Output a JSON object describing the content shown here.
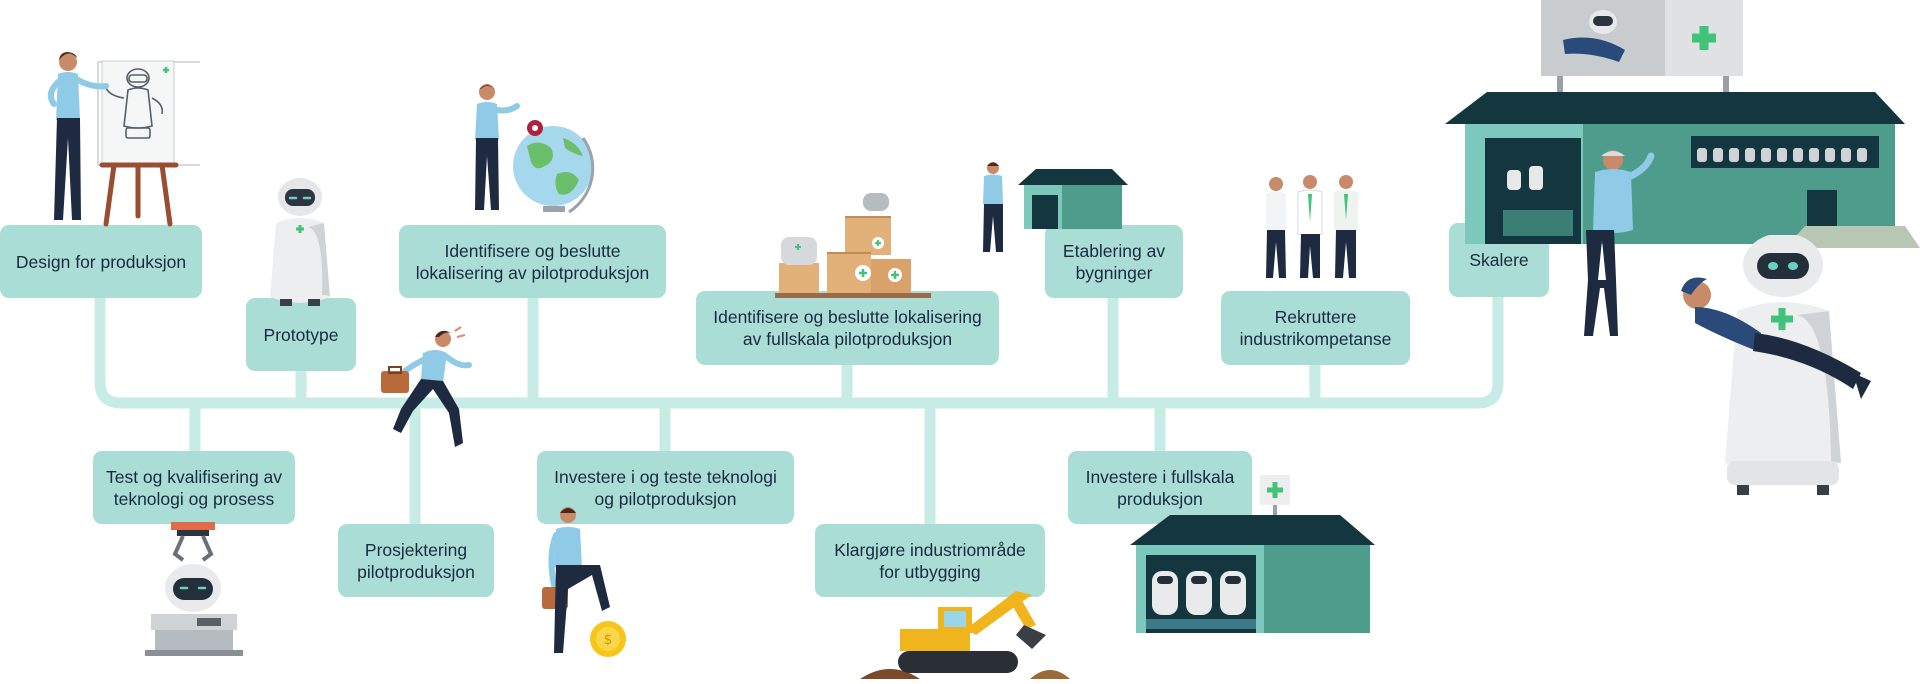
{
  "steps_top": [
    {
      "label": "Design for produksjon"
    },
    {
      "label": "Prototype"
    },
    {
      "label": "Identifisere og beslutte\nlokalisering av pilotproduksjon"
    },
    {
      "label": "Identifisere og beslutte lokalisering\nav fullskala pilotproduksjon"
    },
    {
      "label": "Etablering av\nbygninger"
    },
    {
      "label": "Rekruttere\nindustrikompetanse"
    },
    {
      "label": "Skalere"
    }
  ],
  "steps_bottom": [
    {
      "label": "Test og kvalifisering av\nteknologi og prosess"
    },
    {
      "label": "Prosjektering\npilotproduksjon"
    },
    {
      "label": "Investere i og teste teknologi\nog pilotproduksjon"
    },
    {
      "label": "Klargjøre industriområde\nfor utbygging"
    },
    {
      "label": "Investere i fullskala\nproduksjon"
    }
  ],
  "colors": {
    "box_fill": "#a9ddd5",
    "connector": "#c7ebe5",
    "text": "#1a2b3f",
    "building_teal": "#4d9c8c",
    "roof_dark": "#13363f",
    "cross_green": "#3fc47a",
    "shirt_blue": "#8fcbe6",
    "trousers_navy": "#1d2a3f"
  },
  "icons": [
    "presenter-easel-robot-icon",
    "prototype-robot-icon",
    "person-globe-location-icon",
    "running-person-briefcase-icon",
    "boxes-robot-parts-icon",
    "person-phone-icon",
    "small-warehouse-icon",
    "three-workers-icon",
    "factory-hospital-icon",
    "robot-carrying-patient-icon",
    "robot-test-rig-icon",
    "person-coin-briefcase-icon",
    "excavator-icon",
    "robot-warehouse-icon"
  ]
}
